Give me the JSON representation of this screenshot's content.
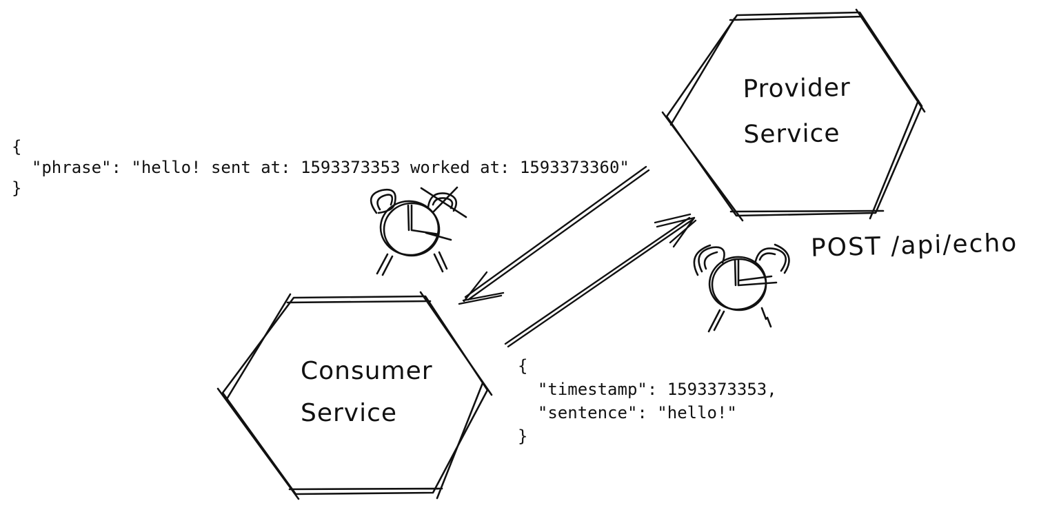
{
  "canvas": {
    "colors": {
      "ink": "#111111",
      "background": "#ffffff"
    }
  },
  "provider_service": {
    "name_line1": "Provider",
    "name_line2": "Service"
  },
  "consumer_service": {
    "name_line1": "Consumer",
    "name_line2": "Service"
  },
  "endpoint": {
    "label": "POST /api/echo"
  },
  "response_json": {
    "lines": [
      "{",
      "  \"phrase\": \"hello! sent at: 1593373353 worked at: 1593373360\"",
      "}"
    ]
  },
  "request_json": {
    "lines": [
      "{",
      "  \"timestamp\": 1593373353,",
      "  \"sentence\": \"hello!\"",
      "}"
    ]
  },
  "icons": {
    "left_clock": "alarm-clock",
    "right_clock": "alarm-clock",
    "response_arrow": "arrow-to-lower-left",
    "request_arrow": "arrow-to-upper-right"
  }
}
